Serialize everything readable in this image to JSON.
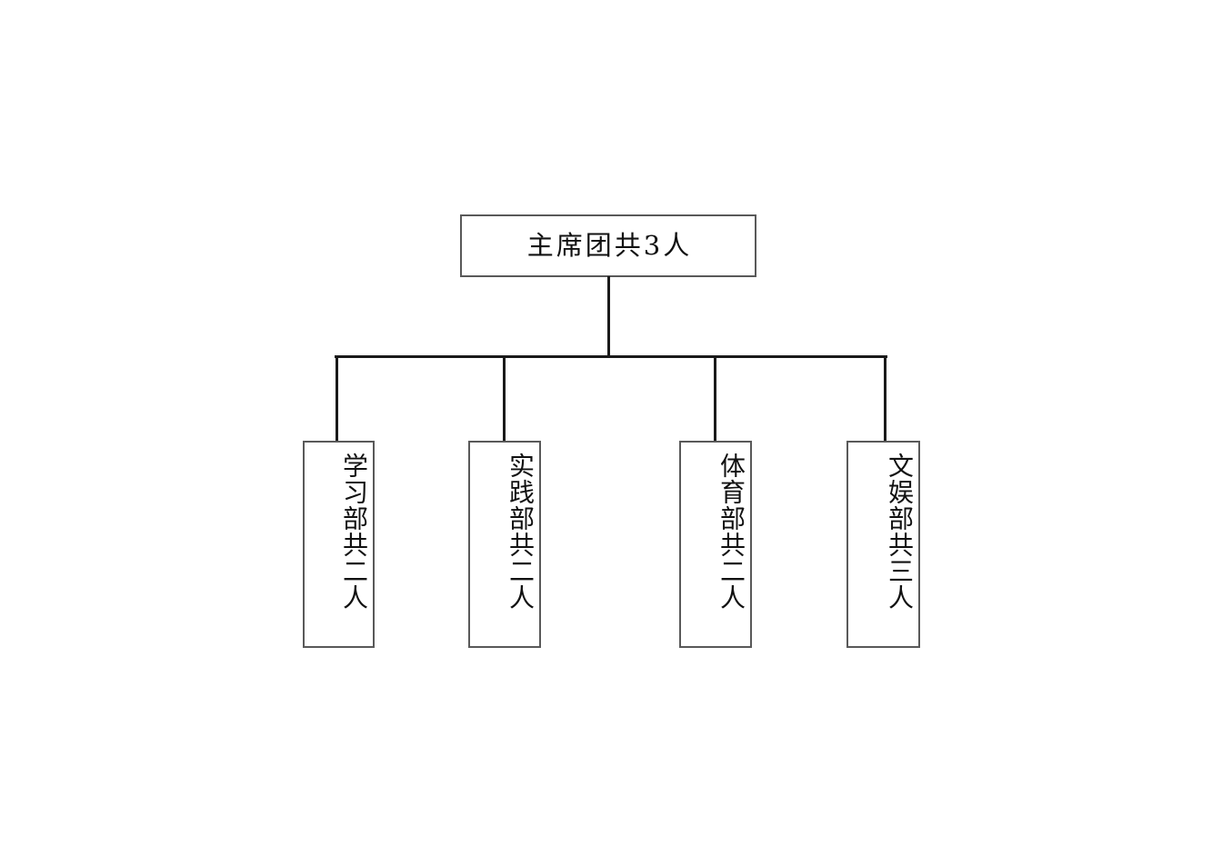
{
  "diagram": {
    "type": "organization-chart",
    "background_color": "#ffffff",
    "box_border_color": "#595959",
    "connector_color": "#1a1a1a",
    "root": {
      "label": "主席团共3人",
      "orientation": "horizontal",
      "count": 3
    },
    "children": [
      {
        "label": "学习部共二人",
        "orientation": "vertical",
        "count": 2
      },
      {
        "label": "实践部共二人",
        "orientation": "vertical",
        "count": 2
      },
      {
        "label": "体育部共二人",
        "orientation": "vertical",
        "count": 2
      },
      {
        "label": "文娱部共三人",
        "orientation": "vertical",
        "count": 3
      }
    ]
  }
}
